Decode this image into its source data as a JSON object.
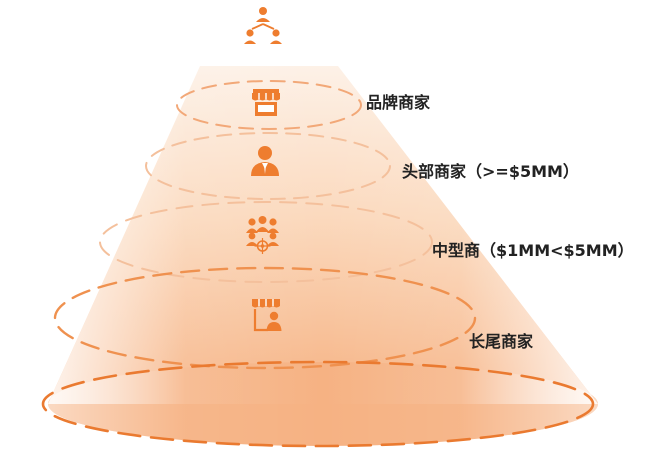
{
  "colors": {
    "accent": "#ee7d2f",
    "accent_dark": "#e0671a",
    "cone_light": "#fdf1e7",
    "cone_mid": "#f9c9a3",
    "cone_deep": "#f5a873",
    "label_text": "#222222",
    "leader_line": "#f7d3b5"
  },
  "diagram": {
    "top_icon": "network-hierarchy-icon",
    "tiers": [
      {
        "label": "品牌商家",
        "icon": "storefront-icon"
      },
      {
        "label": "头部商家（>=$5MM）",
        "icon": "executive-person-icon"
      },
      {
        "label": "中型商（$1MM<$5MM）",
        "icon": "team-target-icon"
      },
      {
        "label": "长尾商家",
        "icon": "shop-owner-icon"
      }
    ]
  }
}
